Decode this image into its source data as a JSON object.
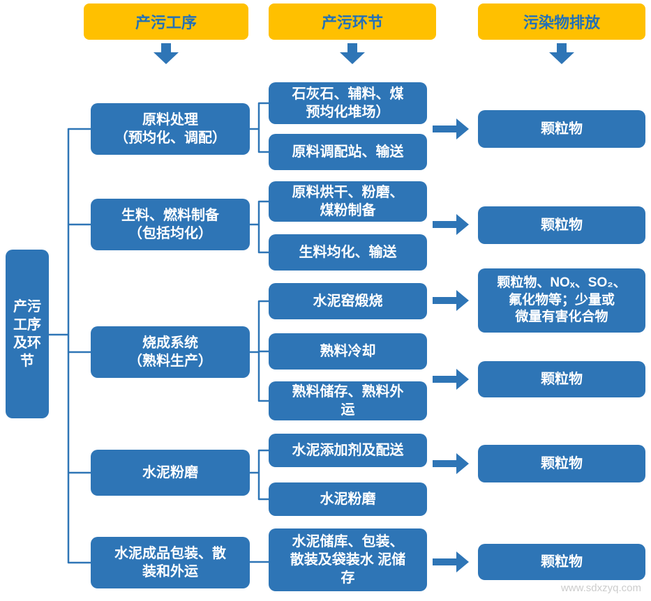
{
  "colors": {
    "box_blue": "#2E75B6",
    "header_yellow": "#FFC000",
    "header_text": "#2270B8",
    "line": "#2E75B6"
  },
  "headers": [
    "产污工序",
    "产污环节",
    "污染物排放"
  ],
  "left_label": "产污\n工序\n及环\n节",
  "groups": [
    {
      "process": "原料处理\n（预均化、调配）",
      "stages": [
        "石灰石、辅料、煤\n预均化堆场）",
        "原料调配站、输送"
      ],
      "emissions": [
        "颗粒物"
      ]
    },
    {
      "process": "生料、燃料制备\n（包括均化）",
      "stages": [
        "原料烘干、粉磨、\n煤粉制备",
        "生料均化、输送"
      ],
      "emissions": [
        "颗粒物"
      ]
    },
    {
      "process": "烧成系统\n（熟料生产）",
      "stages": [
        "水泥窑煅烧",
        "熟料冷却",
        "熟料储存、熟料外\n运"
      ],
      "emissions": [
        "颗粒物、NOₓ、SO₂、\n氟化物等；少量或\n微量有害化合物",
        "颗粒物"
      ]
    },
    {
      "process": "水泥粉磨",
      "stages": [
        "水泥添加剂及配送",
        "水泥粉磨"
      ],
      "emissions": [
        "颗粒物"
      ]
    },
    {
      "process": "水泥成品包装、散\n装和外运",
      "stages": [
        "水泥储库、包装、\n散装及袋装水 泥储\n存"
      ],
      "emissions": [
        "颗粒物"
      ]
    }
  ],
  "watermark": "www.sdxzyq.com"
}
